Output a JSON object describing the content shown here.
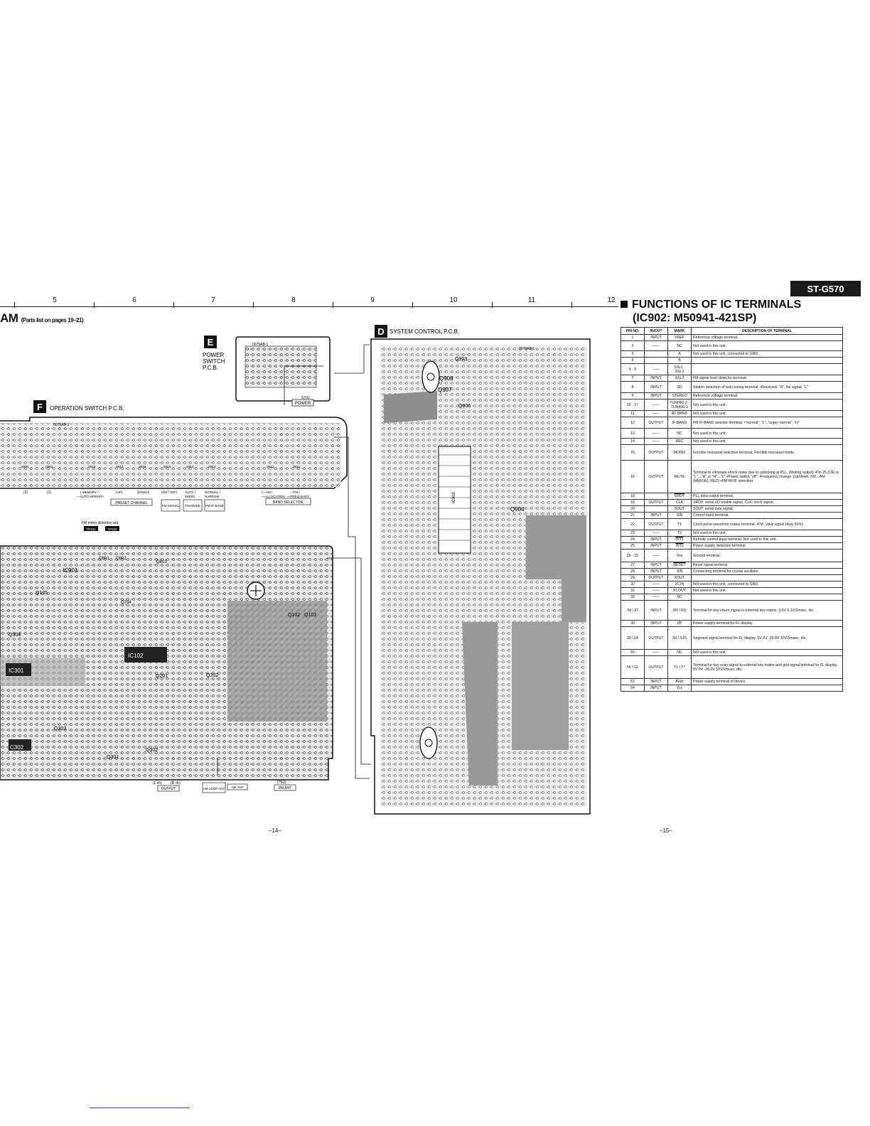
{
  "header": {
    "model": "ST-G570"
  },
  "ruler": {
    "numbers": [
      "5",
      "6",
      "7",
      "8",
      "9",
      "10",
      "11",
      "12"
    ]
  },
  "diagram": {
    "title": "AM",
    "title_note": "(Parts list on pages 19–21)",
    "boards": {
      "D": {
        "letter": "D",
        "name": "SYSTEM CONTROL P.C.B.",
        "code": "0075AB-1"
      },
      "E": {
        "letter": "E",
        "name_lines": [
          "POWER",
          "SWITCH",
          "P.C.B."
        ],
        "code": "0075AB-1",
        "switch": "S701",
        "button": "POWER"
      },
      "F": {
        "letter": "F",
        "name": "OPERATION SWITCH P.C.B.",
        "code": "0075AB-1"
      }
    },
    "switch_refs": [
      "S902",
      "S901",
      "S918",
      "S917",
      "S916",
      "S915",
      "S914",
      "S913",
      "S912",
      "S911"
    ],
    "function_labels": [
      "(2)",
      "(1)",
      "(-MEMORY /",
      "—AUTO MEMORY",
      "(UP)",
      "(DOWN)",
      "(ON / OFF)",
      "AUTO /",
      "MONO",
      "NORMAL /",
      "NARROW",
      "(—AM /",
      "—ALLOCATION",
      "—FM /",
      "—FREQ SHIFT"
    ],
    "group_labels": [
      "PRESET CHANNEL",
      "FM-SIGNAL",
      "FM-MODE",
      "FM-IF BAND",
      "BAND SELECTOR"
    ],
    "fm_mono_adj": "FM mono distortion adj.",
    "test_points": [
      "TP101",
      "TP102"
    ],
    "jacks": [
      "(L ch)",
      "(R ch)",
      "OUTPUT",
      "AM LOOP ANT",
      "AM ANT",
      "(75Ω)",
      "FM ANT"
    ],
    "components": [
      "Q801",
      "Q802",
      "Q803",
      "IC901",
      "Q105",
      "Q704",
      "Q304",
      "IC301",
      "IC102",
      "Q201",
      "Q202",
      "Q102",
      "Q103",
      "C302",
      "Q303",
      "Q301",
      "Q302",
      "Q908",
      "Q907",
      "Q906",
      "IC902",
      "Q904",
      "Q903"
    ]
  },
  "functions": {
    "title_line1": "FUNCTIONS OF IC TERMINALS",
    "title_line2": "(IC902:  M50941-421SP)",
    "columns": [
      "PIN NO.",
      "IN/OUT",
      "MARK",
      "DESCRIPTION OF TERMINAL"
    ],
    "rows": [
      {
        "pin": "1",
        "io": "INPUT",
        "mark": "VREF",
        "desc": "Reference voltage terminal."
      },
      {
        "pin": "2",
        "io": "——",
        "mark": "NC",
        "desc": "Not used in this unit."
      },
      {
        "pin": "3",
        "io": "",
        "mark": "A",
        "desc": "Not used in this unit, connected to GND."
      },
      {
        "pin": "4",
        "io": "",
        "mark": "B",
        "desc": ""
      },
      {
        "pin": "5 · 9",
        "io": "——",
        "mark": "SSL1 · SSL2",
        "desc": ""
      },
      {
        "pin": "7",
        "io": "INPUT",
        "mark": "SSL3",
        "desc": "FM signal level detector terminal."
      },
      {
        "pin": "8",
        "io": "INPUT",
        "mark": "SD",
        "desc": "Station detection of auto tuning terminal. •Received: \"H\", No signal: \"L\""
      },
      {
        "pin": "9",
        "io": "INPUT",
        "mark": "STEREO",
        "desc": "Reference voltage terminal."
      },
      {
        "pin": "10 · 17",
        "io": "——",
        "mark": "TUNING 0 · TUNING 1",
        "desc": "Not used in this unit."
      },
      {
        "pin": "11",
        "io": "——",
        "mark": "RF BAND",
        "desc": "Not used in this unit."
      },
      {
        "pin": "12",
        "io": "OUTPUT",
        "mark": "IF BAND",
        "desc": "FM IF BAND selector terminal. •\"normal\": \"L\", \"super narrow\": \"H\""
      },
      {
        "pin": "13",
        "io": "——",
        "mark": "NC",
        "desc": "Not used in this unit."
      },
      {
        "pin": "14",
        "io": "——",
        "mark": "REC",
        "desc": "Not used in this unit."
      },
      {
        "pin": "15",
        "io": "OUTPUT",
        "mark": "MONO",
        "desc": "Forcible monaural selection terminal.  Forcible monaural mode"
      },
      {
        "pin": "16",
        "io": "OUTPUT",
        "mark": "MUTE",
        "desc": "Terminal to eliminate shock noise due to unlocking at PLL. (Muting output) •Pin 25 (CE) is \"L\"→\"H\" or \"H\"→\"L\" •Power switch \"off\". •Frequency change. (up/down, FM↔AM (MW/LW), REC) •FM RF/IF selection."
      },
      {
        "pin": "18",
        "io": "",
        "mark": "SRDY",
        "desc": "PLL data output terminal."
      },
      {
        "pin": "19",
        "io": "OUTPUT",
        "mark": "CLK",
        "desc": "SRDY: serial I/O enable signal, CLK: clock signal,"
      },
      {
        "pin": "20",
        "io": "",
        "mark": "SOUT",
        "desc": "SOUT: serial data signal."
      },
      {
        "pin": "21",
        "io": "INPUT",
        "mark": "SIN",
        "desc": "Control input terminal."
      },
      {
        "pin": "22",
        "io": "OUTPUT",
        "mark": "T1",
        "desc": "Clock pulse waveform output terminal. •FM: 1kHz signal (duty 50%)"
      },
      {
        "pin": "23",
        "io": "——",
        "mark": "T2",
        "desc": "Not used in this unit."
      },
      {
        "pin": "24",
        "io": "INPUT",
        "mark": "INT1",
        "desc": "Remote control input terminal.   Not used in this unit."
      },
      {
        "pin": "25",
        "io": "INPUT",
        "mark": "INT2",
        "desc": "Power supply detection terminal."
      },
      {
        "pin": "26 · 32",
        "io": "——",
        "mark": "Vss",
        "desc": "Ground terminal."
      },
      {
        "pin": "27",
        "io": "INPUT",
        "mark": "RESET",
        "desc": "Reset signal terminal."
      },
      {
        "pin": "28",
        "io": "INPUT",
        "mark": "XIN",
        "desc": "Connecting terminal for crystal oscillator."
      },
      {
        "pin": "29",
        "io": "OUTPUT",
        "mark": "XOUT",
        "desc": ""
      },
      {
        "pin": "30",
        "io": "——",
        "mark": "XCIN",
        "desc": "Not used in this unit, connected to GND."
      },
      {
        "pin": "31",
        "io": "——",
        "mark": "XCOUT",
        "desc": "Not used in this unit."
      },
      {
        "pin": "33",
        "io": "——",
        "mark": "NC",
        "desc": ""
      },
      {
        "pin": "34 \\ 37",
        "io": "INPUT",
        "mark": "R0 \\ R3",
        "desc": "Terminal for key return signal to external key matrix.  3.6V  0  1V/2msec. div."
      },
      {
        "pin": "38",
        "io": "INPUT",
        "mark": "VP",
        "desc": "Power supply terminal for FL display."
      },
      {
        "pin": "39 \\ 54",
        "io": "OUTPUT",
        "mark": "S0 \\ S15",
        "desc": "Segment signal terminal for FL display.  5V  0V  -26.0V  10V/5msec. div."
      },
      {
        "pin": "55",
        "io": "——",
        "mark": "NC",
        "desc": "Not used in this unit."
      },
      {
        "pin": "56 \\ 62",
        "io": "OUTPUT",
        "mark": "T1 \\ T7",
        "desc": "Terminal for key scan signal to external key matrix and grid signal terminal for FL display.  5V  0V  -26.0V  10V/2msec. div."
      },
      {
        "pin": "63",
        "io": "INPUT",
        "mark": "AVcc",
        "desc": "Power supply terminal of device."
      },
      {
        "pin": "64",
        "io": "INPUT",
        "mark": "Vcc",
        "desc": ""
      }
    ]
  },
  "pages": {
    "left": "–14–",
    "right": "–15–"
  }
}
